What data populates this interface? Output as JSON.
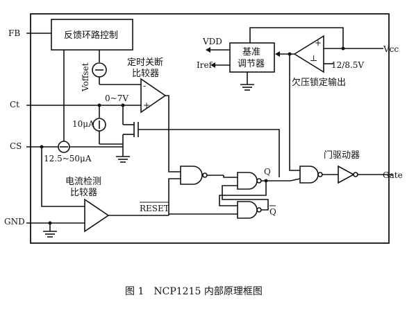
{
  "pins": {
    "fb": "FB",
    "ct": "Ct",
    "cs": "CS",
    "gnd": "GND",
    "vcc": "Vcc",
    "gate": "Gate"
  },
  "blocks": {
    "feedback_loop": "反馈环路控制",
    "regulator_line1": "基准",
    "regulator_line2": "调节器",
    "timer_comp_line1": "定时关断",
    "timer_comp_line2": "比较器",
    "current_comp_line1": "电流检测",
    "current_comp_line2": "比较器",
    "uvlo": "欠压锁定输出",
    "gate_driver": "门驱动器"
  },
  "labels": {
    "voffset": "Voffset",
    "vdd": "VDD",
    "iref": "Iref",
    "uvlo_threshold": "12/8.5V",
    "ct_range": "0~7V",
    "ct_current": "10μA",
    "cs_current": "12.5~50μA",
    "reset": "RESET",
    "q": "Q",
    "q_bar": "Q",
    "plus": "+",
    "minus": "-"
  },
  "caption": "图 1　NCP1215 内部原理框图"
}
